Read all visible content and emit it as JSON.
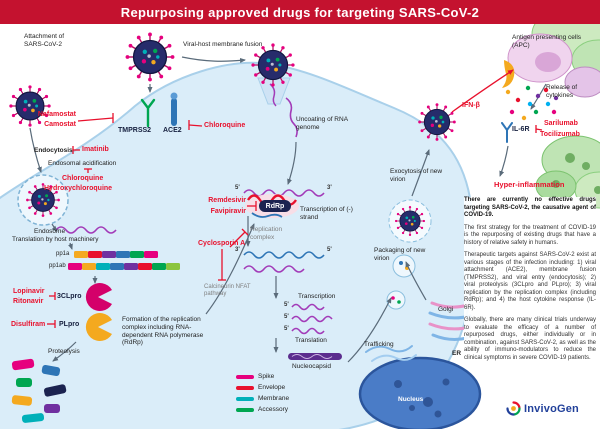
{
  "title": "Repurposing approved drugs for targeting SARS-CoV-2",
  "colors": {
    "banner": "#c4122f",
    "drug_red": "#e8112d",
    "cell_fill": "#daedf9",
    "nucleus_fill": "#4a7cc7",
    "rdrp_badge": "#1b2350",
    "brand_blue": "#21409a"
  },
  "labels": {
    "attachment": "Attachment of SARS-CoV-2",
    "fusion": "Viral-host membrane fusion",
    "tmprss2": "TMPRSS2",
    "ace2": "ACE2",
    "endocytosis": "Endocytosis",
    "endosomal_acidification": "Endosomal acidification",
    "endosome": "Endosome",
    "translation_host": "Translation by host machinery",
    "uncoating": "Uncoating of RNA genome",
    "pp1a": "pp1a",
    "pp1ab": "pp1ab",
    "clpro": "3CLpro",
    "plpro": "PLpro",
    "proteolysis": "Proteolysis",
    "rdrp": "RdRp",
    "transcription_minus": "Transcription of (-) strand",
    "replication_complex": "Replication complex",
    "calcineurin": "Calcineurin NFAT pathway",
    "transcription": "Transcription",
    "translation": "Translation",
    "nucleocapsid": "Nucleocapsid",
    "replication_note": "Formation of the replication complex including RNA-dependent RNA polymerase (RdRp)",
    "packaging": "Packaging of new virion",
    "exocytosis": "Exocytosis of new virion",
    "trafficking": "Trafficking",
    "golgi": "Golgi",
    "er": "ER",
    "nucleus": "Nucleus",
    "ifn_beta": "IFN-β",
    "il6r": "IL-6R",
    "apc": "Antigen presenting cells (APC)",
    "release_cytokines": "Release of cytokines",
    "hyper_inflammation": "Hyper-inflammation"
  },
  "drugs": {
    "nafamostat": "Nafamostat",
    "camostat": "Camostat",
    "chloroquine": "Chloroquine",
    "imatinib": "Imatinib",
    "hydroxychloroquine": "Hydroxychloroquine",
    "remdesivir": "Remdesivir",
    "favipiravir": "Favipiravir",
    "cyclosporin": "Cyclosporin A",
    "lopinavir": "Lopinavir",
    "ritonavir": "Ritonavir",
    "disulfiram": "Disulfiram",
    "sarilumab": "Sarilumab",
    "tocilizumab": "Tocilizumab"
  },
  "rna": {
    "five": "5'",
    "three": "3'"
  },
  "legend": {
    "items": [
      {
        "label": "Spike",
        "color": "#e6007e"
      },
      {
        "label": "Envelope",
        "color": "#e8112d"
      },
      {
        "label": "Membrane",
        "color": "#00b0b9"
      },
      {
        "label": "Accessory",
        "color": "#00a651"
      }
    ]
  },
  "sidebar": {
    "paragraphs": [
      "There are currently no effective drugs targeting SARS-CoV-2, the causative agent of COVID-19.",
      "The first strategy for the treatment of COVID-19 is the repurposing of existing drugs that have a history of relative safety in humans.",
      "Therapeutic targets against SARS-CoV-2 exist at various stages of the infection including: 1) viral attachment (ACE2), membrane fusion (TMPRSS2), and viral entry (endocytosis); 2) viral proteolysis (3CLpro and PLpro); 3) viral replication by the replication complex (including RdRp); and 4) the host cytokine response (IL-6R).",
      "Globally, there are many clinical trials underway to evaluate the efficacy of a number of repurposed drugs, either individually or in combination, against SARS-CoV-2, as well as the ability of immuno-modulators to reduce the clinical symptoms in severe COVID-19 patients."
    ]
  },
  "brand": {
    "name": "InvivoGen"
  }
}
